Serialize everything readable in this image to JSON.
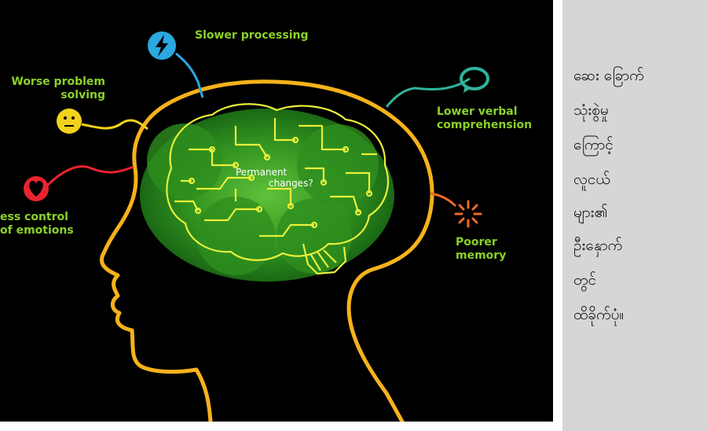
{
  "colors": {
    "background": "#000000",
    "head_outline": "#f6b21b",
    "brain_glow": "#2e8f1e",
    "brain_circuit": "#e8f03a",
    "label_text": "#8bd12a",
    "caption_panel": "#d6d6d9"
  },
  "diagram": {
    "labels": {
      "slower_processing": "Slower processing",
      "worse_problem_solving": [
        "Worse problem",
        "solving"
      ],
      "less_control_of_emotions": [
        "ess control",
        "of emotions"
      ],
      "lower_verbal_comprehension": [
        "Lower verbal",
        "comprehension"
      ],
      "poorer_memory": [
        "Poorer",
        "memory"
      ],
      "brain_center": [
        "Permanent",
        "changes?"
      ]
    },
    "icons": {
      "slower_processing": {
        "name": "lightning-bolt-icon",
        "color": "#2aa8e0"
      },
      "worse_problem_solving": {
        "name": "puzzle-face-icon",
        "color": "#f2d21b"
      },
      "less_control_of_emotions": {
        "name": "heart-icon",
        "color": "#e8242f"
      },
      "lower_verbal_comprehension": {
        "name": "speech-bubble-icon",
        "color": "#2fb39a"
      },
      "poorer_memory": {
        "name": "burst-icon",
        "color": "#ee6a28"
      }
    }
  },
  "caption": {
    "lines": [
      "ဆေး ခြောက်",
      "သုံးစွဲမှု",
      "ကြောင့်",
      "လူငယ်",
      "များ၏",
      "ဦးနှောက်",
      "တွင်",
      "ထိခိုက်ပုံ။"
    ]
  }
}
